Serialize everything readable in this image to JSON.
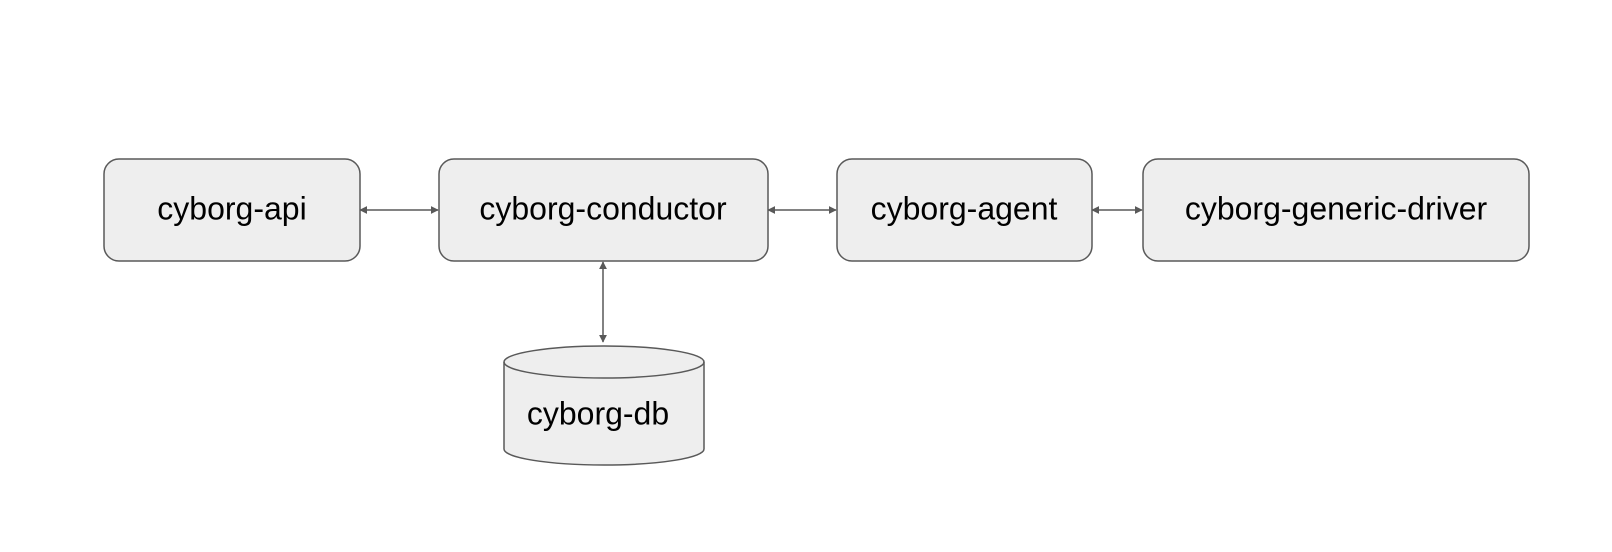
{
  "diagram": {
    "nodes": {
      "api": {
        "label": "cyborg-api",
        "shape": "rounded-rect"
      },
      "conductor": {
        "label": "cyborg-conductor",
        "shape": "rounded-rect"
      },
      "agent": {
        "label": "cyborg-agent",
        "shape": "rounded-rect"
      },
      "driver": {
        "label": "cyborg-generic-driver",
        "shape": "rounded-rect"
      },
      "db": {
        "label": "cyborg-db",
        "shape": "cylinder"
      }
    },
    "edges": [
      {
        "from": "cyborg-api",
        "to": "cyborg-conductor",
        "direction": "bidirectional"
      },
      {
        "from": "cyborg-conductor",
        "to": "cyborg-agent",
        "direction": "bidirectional"
      },
      {
        "from": "cyborg-agent",
        "to": "cyborg-generic-driver",
        "direction": "bidirectional"
      },
      {
        "from": "cyborg-conductor",
        "to": "cyborg-db",
        "direction": "bidirectional"
      }
    ],
    "colors": {
      "node_fill": "#eeeeee",
      "stroke": "#595959",
      "text": "#000000"
    }
  }
}
